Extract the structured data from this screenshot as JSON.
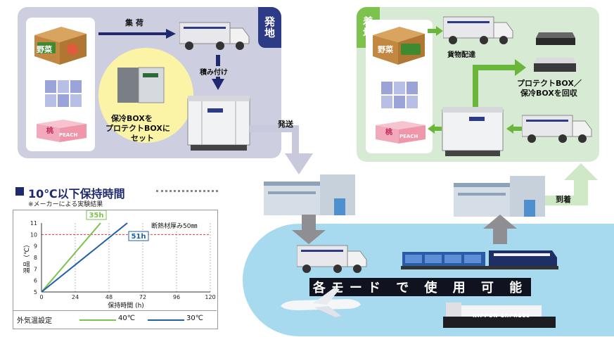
{
  "origin": {
    "tag": "発地",
    "label_pickup": "集 荷",
    "label_load": "積み付け",
    "bubble_text_line1": "保冷BOXを",
    "bubble_text_line2": "プロテクトBOXに",
    "bubble_text_line3": "セット",
    "label_send": "発送",
    "box_label": "野菜",
    "peach_label": "桃",
    "peach_en": "PEACH"
  },
  "destination": {
    "tag": "着地",
    "label_delivery": "貨物配達",
    "label_collect_line1": "プロテクトBOX／",
    "label_collect_line2": "保冷BOXを回収",
    "label_arrival": "到着",
    "box_label": "野菜",
    "peach_label": "桃",
    "peach_en": "PEACH"
  },
  "modes": {
    "label": "各モード で 使 用 可 能",
    "ship_name": "NIPPON EXPRESS"
  },
  "colors": {
    "origin_panel": "#cdcfe0",
    "origin_accent": "#2d3a85",
    "dest_panel": "#d7ead3",
    "dest_accent": "#7cc24d",
    "water": "#a7daef",
    "line_40c": "#7cc24d",
    "line_30c": "#1f5fa8",
    "threshold": "#e53935"
  },
  "chart": {
    "title": "10℃以下保持時間",
    "note": "※メーカーによる実験結果",
    "insulation_label": "断熱材厚み50㎜",
    "legend_title": "外気温設定",
    "legend_40": "40℃",
    "legend_30": "30℃"
  },
  "chart_data": {
    "type": "line",
    "xlabel": "保持時間 (h)",
    "ylabel": "温品（℃）",
    "xlim": [
      0,
      120
    ],
    "ylim": [
      5,
      11
    ],
    "xticks": [
      "0",
      "24",
      "48",
      "72",
      "96",
      "120"
    ],
    "yticks": [
      "5",
      "6",
      "7",
      "8",
      "9",
      "10",
      "11"
    ],
    "threshold": 10,
    "series": [
      {
        "name": "40℃",
        "points": [
          [
            0,
            5
          ],
          [
            42,
            11
          ]
        ],
        "end_label": "35h"
      },
      {
        "name": "30℃",
        "points": [
          [
            0,
            5
          ],
          [
            61,
            11
          ]
        ],
        "end_label": "51h"
      }
    ]
  }
}
